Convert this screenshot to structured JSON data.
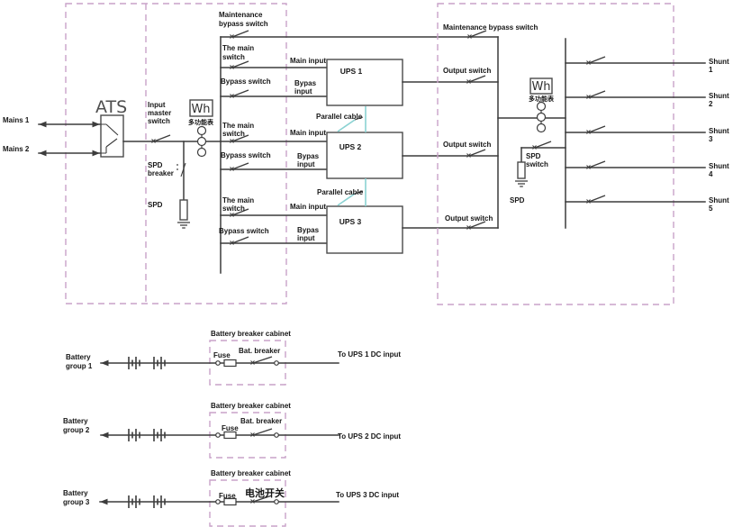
{
  "colors": {
    "wire": "#3c3c3c",
    "cabinet_dashed": "#c9a2c9",
    "parallel_cable": "#8ad2d2",
    "text": "#161616",
    "background": "#ffffff"
  },
  "input": {
    "mains1": "Mains 1",
    "mains2": "Mains 2",
    "ats": "ATS",
    "ims": [
      "Input",
      "master",
      "switch"
    ],
    "wh": "Wh",
    "wh_cn": "多功能表",
    "spd_breaker": [
      "SPD",
      "breaker"
    ],
    "spd": "SPD",
    "maint_bypass": [
      "Maintenance",
      "bypass switch"
    ],
    "rows": [
      {
        "m1": "The main",
        "m2": "switch",
        "b": "Bypass switch"
      },
      {
        "m1": "The main",
        "m2": "switch",
        "b": "Bypass switch"
      },
      {
        "m1": "The main",
        "m2": "switch",
        "b": "Bypass switch"
      }
    ]
  },
  "ups": {
    "rows": [
      {
        "name": "UPS 1",
        "main": "Main input",
        "byp1": "Bypas",
        "byp2": "input"
      },
      {
        "name": "UPS 2",
        "main": "Main input",
        "byp1": "Bypas",
        "byp2": "input"
      },
      {
        "name": "UPS 3",
        "main": "Main input",
        "byp1": "Bypas",
        "byp2": "input"
      }
    ],
    "parallel1": "Parallel cable",
    "parallel2": "Parallel cable"
  },
  "output": {
    "maint_bypass": "Maintenance bypass switch",
    "os": [
      "Output switch",
      "Output switch",
      "Output switch"
    ],
    "wh": "Wh",
    "wh_cn": "多功能表",
    "spd_switch": [
      "SPD",
      "switch"
    ],
    "spd": "SPD",
    "shunts": [
      {
        "w": "Shunt",
        "n": "1"
      },
      {
        "w": "Shunt",
        "n": "2"
      },
      {
        "w": "Shunt",
        "n": "3"
      },
      {
        "w": "Shunt",
        "n": "4"
      },
      {
        "w": "Shunt",
        "n": "5"
      }
    ]
  },
  "battery": {
    "rows": [
      {
        "title": "Battery breaker cabinet",
        "g1": "Battery",
        "g2": "group 1",
        "fuse": "Fuse",
        "breaker": "Bat. breaker",
        "to": "To UPS 1 DC input"
      },
      {
        "title": "Battery breaker cabinet",
        "g1": "Battery",
        "g2": "group 2",
        "fuse": "Fuse",
        "breaker": "Bat. breaker",
        "to": "To UPS 2 DC input"
      },
      {
        "title": "Battery breaker cabinet",
        "g1": "Battery",
        "g2": "group 3",
        "fuse": "Fuse",
        "breaker": "电池开关",
        "to": "To UPS 3 DC input"
      }
    ]
  }
}
